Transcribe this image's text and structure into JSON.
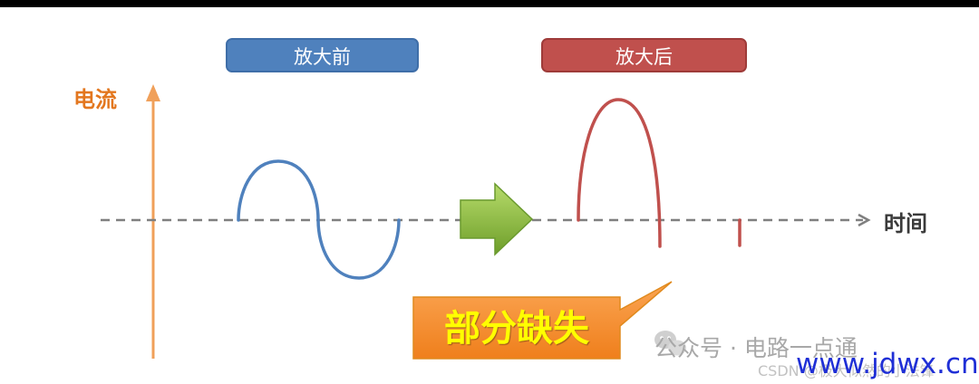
{
  "labels": {
    "before": "放大前",
    "after": "放大后",
    "y_axis": "电流",
    "x_axis": "时间",
    "callout": "部分缺失"
  },
  "watermarks": {
    "wechat": "公众号 · 电路一点通",
    "csdn": "CSDN @极大似然的小法锋",
    "site": "www.jdwx.cn"
  },
  "colors": {
    "input_wave": "#4f81bd",
    "output_wave": "#c0504d",
    "y_axis": "#f0a05a",
    "baseline": "#7f7f7f",
    "transfer_arrow": "#8cbf3f",
    "callout": "#f79646"
  }
}
